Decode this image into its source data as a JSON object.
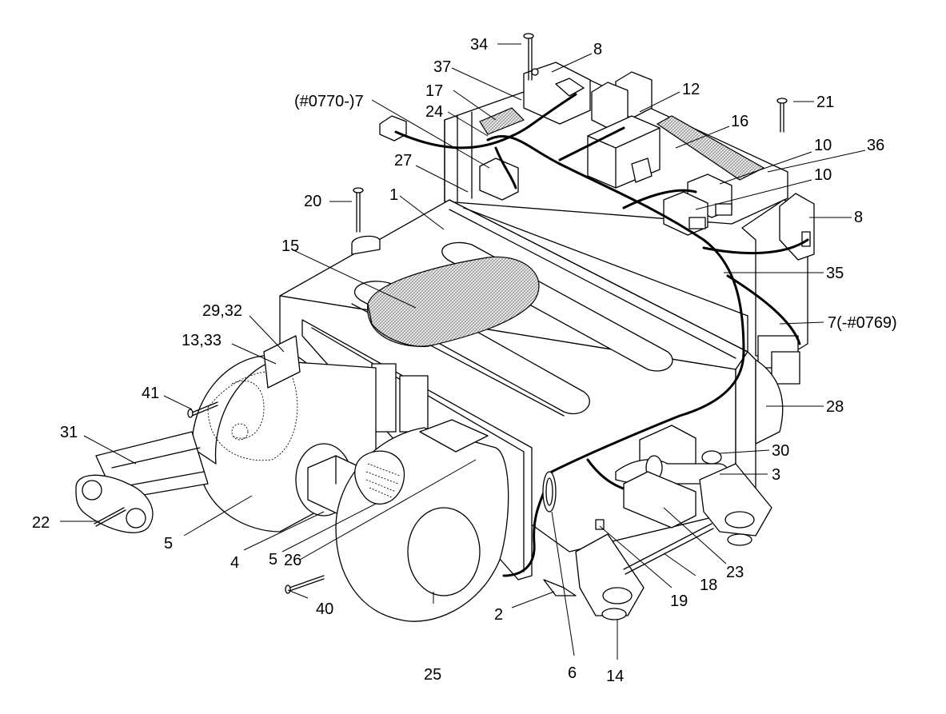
{
  "colors": {
    "line": "#000000",
    "hatch": "#9a9a9a",
    "background": "#ffffff"
  },
  "labels": [
    {
      "id": "l34",
      "text": "34"
    },
    {
      "id": "l8a",
      "text": "8"
    },
    {
      "id": "l37",
      "text": "37"
    },
    {
      "id": "l12",
      "text": "12"
    },
    {
      "id": "l17",
      "text": "17"
    },
    {
      "id": "l0770",
      "text": "(#0770-)7"
    },
    {
      "id": "l21",
      "text": "21"
    },
    {
      "id": "l24",
      "text": "24"
    },
    {
      "id": "l16",
      "text": "16"
    },
    {
      "id": "l10a",
      "text": "10"
    },
    {
      "id": "l36",
      "text": "36"
    },
    {
      "id": "l27",
      "text": "27"
    },
    {
      "id": "l10b",
      "text": "10"
    },
    {
      "id": "l20",
      "text": "20"
    },
    {
      "id": "l1",
      "text": "1"
    },
    {
      "id": "l8b",
      "text": "8"
    },
    {
      "id": "l15",
      "text": "15"
    },
    {
      "id": "l35",
      "text": "35"
    },
    {
      "id": "l2932",
      "text": "29,32"
    },
    {
      "id": "l0769",
      "text": "7(-#0769)"
    },
    {
      "id": "l1333",
      "text": "13,33"
    },
    {
      "id": "l41",
      "text": "41"
    },
    {
      "id": "l28",
      "text": "28"
    },
    {
      "id": "l31",
      "text": "31"
    },
    {
      "id": "l30",
      "text": "30"
    },
    {
      "id": "l3",
      "text": "3"
    },
    {
      "id": "l22",
      "text": "22"
    },
    {
      "id": "l5a",
      "text": "5"
    },
    {
      "id": "l4",
      "text": "4"
    },
    {
      "id": "l5b",
      "text": "5"
    },
    {
      "id": "l26",
      "text": "26"
    },
    {
      "id": "l23",
      "text": "23"
    },
    {
      "id": "l18",
      "text": "18"
    },
    {
      "id": "l19",
      "text": "19"
    },
    {
      "id": "l40",
      "text": "40"
    },
    {
      "id": "l2",
      "text": "2"
    },
    {
      "id": "l25",
      "text": "25"
    },
    {
      "id": "l6",
      "text": "6"
    },
    {
      "id": "l14",
      "text": "14"
    }
  ]
}
